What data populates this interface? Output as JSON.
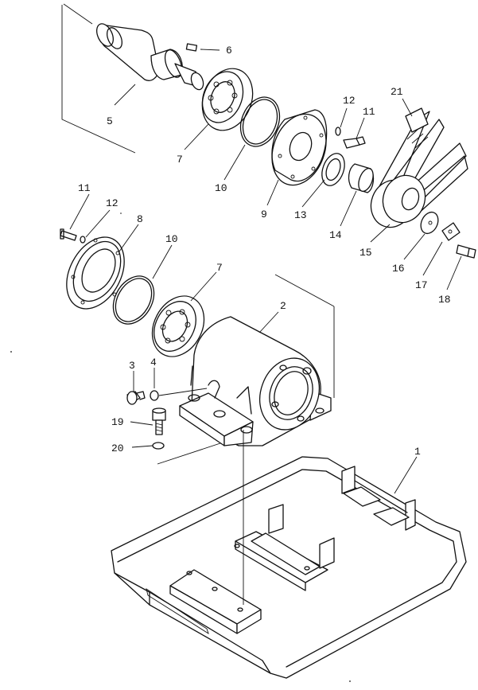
{
  "callouts": [
    {
      "id": "c1",
      "label": "1"
    },
    {
      "id": "c2",
      "label": "2"
    },
    {
      "id": "c3",
      "label": "3"
    },
    {
      "id": "c4",
      "label": "4"
    },
    {
      "id": "c5",
      "label": "5"
    },
    {
      "id": "c6",
      "label": "6"
    },
    {
      "id": "c7a",
      "label": "7"
    },
    {
      "id": "c7b",
      "label": "7"
    },
    {
      "id": "c8",
      "label": "8"
    },
    {
      "id": "c9",
      "label": "9"
    },
    {
      "id": "c10a",
      "label": "10"
    },
    {
      "id": "c10b",
      "label": "10"
    },
    {
      "id": "c11a",
      "label": "11"
    },
    {
      "id": "c11b",
      "label": "11"
    },
    {
      "id": "c12a",
      "label": "12"
    },
    {
      "id": "c12b",
      "label": "12"
    },
    {
      "id": "c13",
      "label": "13"
    },
    {
      "id": "c14",
      "label": "14"
    },
    {
      "id": "c15",
      "label": "15"
    },
    {
      "id": "c16",
      "label": "16"
    },
    {
      "id": "c17",
      "label": "17"
    },
    {
      "id": "c18",
      "label": "18"
    },
    {
      "id": "c19",
      "label": "19"
    },
    {
      "id": "c20",
      "label": "20"
    },
    {
      "id": "c21",
      "label": "21"
    }
  ]
}
